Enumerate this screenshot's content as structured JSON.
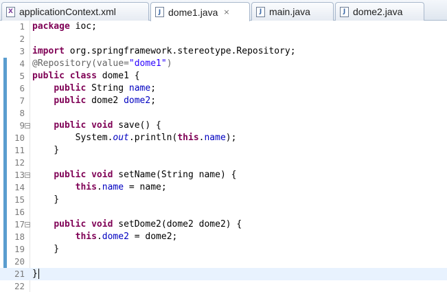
{
  "tabs": [
    {
      "label": "applicationContext.xml",
      "icon": "xml-file-icon",
      "active": false
    },
    {
      "label": "dome1.java",
      "icon": "java-file-icon",
      "active": true,
      "close": "×"
    },
    {
      "label": "main.java",
      "icon": "java-file-icon",
      "active": false
    },
    {
      "label": "dome2.java",
      "icon": "java-file-icon",
      "active": false
    }
  ],
  "file_icon_glyphs": {
    "xml": "X",
    "java": "J"
  },
  "colors": {
    "keyword": "#7f0055",
    "field": "#0000c0",
    "string": "#2a00ff",
    "annotation": "#646464",
    "current_line": "#e8f2fe",
    "change_ruler": "#5a9dcf"
  },
  "editor": {
    "lines": [
      {
        "n": "1",
        "code": "package ioc;"
      },
      {
        "n": "2",
        "code": ""
      },
      {
        "n": "3",
        "code": "import org.springframework.stereotype.Repository;"
      },
      {
        "n": "4",
        "code": "@Repository(value=\"dome1\")"
      },
      {
        "n": "5",
        "code": "public class dome1 {"
      },
      {
        "n": "6",
        "code": "    public String name;"
      },
      {
        "n": "7",
        "code": "    public dome2 dome2;"
      },
      {
        "n": "8",
        "code": ""
      },
      {
        "n": "9",
        "code": "    public void save() {",
        "fold": "−"
      },
      {
        "n": "10",
        "code": "        System.out.println(this.name);"
      },
      {
        "n": "11",
        "code": "    }"
      },
      {
        "n": "12",
        "code": ""
      },
      {
        "n": "13",
        "code": "    public void setName(String name) {",
        "fold": "−"
      },
      {
        "n": "14",
        "code": "        this.name = name;"
      },
      {
        "n": "15",
        "code": "    }"
      },
      {
        "n": "16",
        "code": ""
      },
      {
        "n": "17",
        "code": "    public void setDome2(dome2 dome2) {",
        "fold": "−"
      },
      {
        "n": "18",
        "code": "        this.dome2 = dome2;"
      },
      {
        "n": "19",
        "code": "    }"
      },
      {
        "n": "20",
        "code": ""
      },
      {
        "n": "21",
        "code": "}",
        "current": true
      },
      {
        "n": "22",
        "code": ""
      }
    ]
  }
}
